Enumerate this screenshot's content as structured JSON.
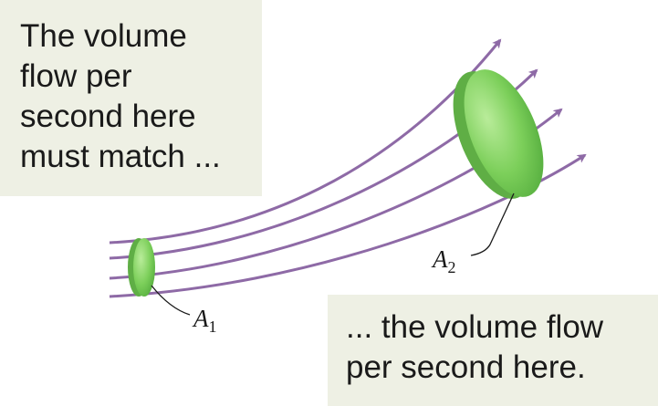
{
  "left_caption": {
    "lines": [
      "The volume",
      "flow per",
      "second here",
      "must match ..."
    ]
  },
  "right_caption": {
    "lines": [
      "... the volume flow",
      "per second here."
    ]
  },
  "labels": {
    "a1": {
      "letter": "A",
      "subscript": "1"
    },
    "a2": {
      "letter": "A",
      "subscript": "2"
    }
  },
  "colors": {
    "streamline": "#8e6aa6",
    "disk": "#7ccf5a",
    "caption_background": "#eef0e4"
  },
  "icons": {
    "streamline_arrowhead": "arrowhead-icon"
  }
}
